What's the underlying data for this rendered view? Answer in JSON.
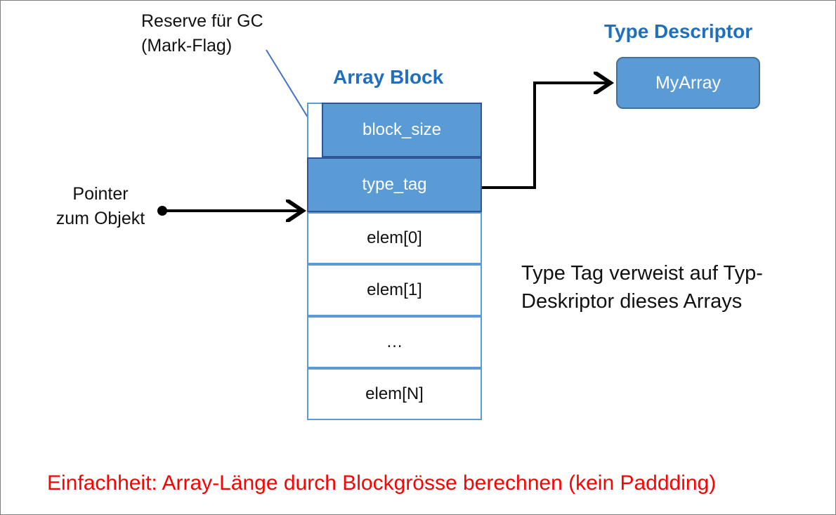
{
  "gc_note": {
    "line1": "Reserve für GC",
    "line2": "(Mark-Flag)"
  },
  "array_block": {
    "heading": "Array Block",
    "block_size": "block_size",
    "type_tag": "type_tag",
    "elements": [
      "elem[0]",
      "elem[1]",
      "…",
      "elem[N]"
    ]
  },
  "type_descriptor": {
    "heading": "Type Descriptor",
    "name": "MyArray"
  },
  "pointer_note": {
    "line1": "Pointer",
    "line2": "zum Objekt"
  },
  "type_tag_note": {
    "line1": "Type Tag verweist auf Typ-",
    "line2": "Deskriptor dieses Arrays"
  },
  "footer": "Einfachheit: Array-Länge durch Blockgrösse berechnen (kein Paddding)",
  "colors": {
    "cell_fill": "#5b9bd5",
    "cell_border": "#2f5597",
    "heading": "#1f6fbf",
    "footer": "#ff0000",
    "arrow": "#000000",
    "gc_line": "#4472c4"
  }
}
